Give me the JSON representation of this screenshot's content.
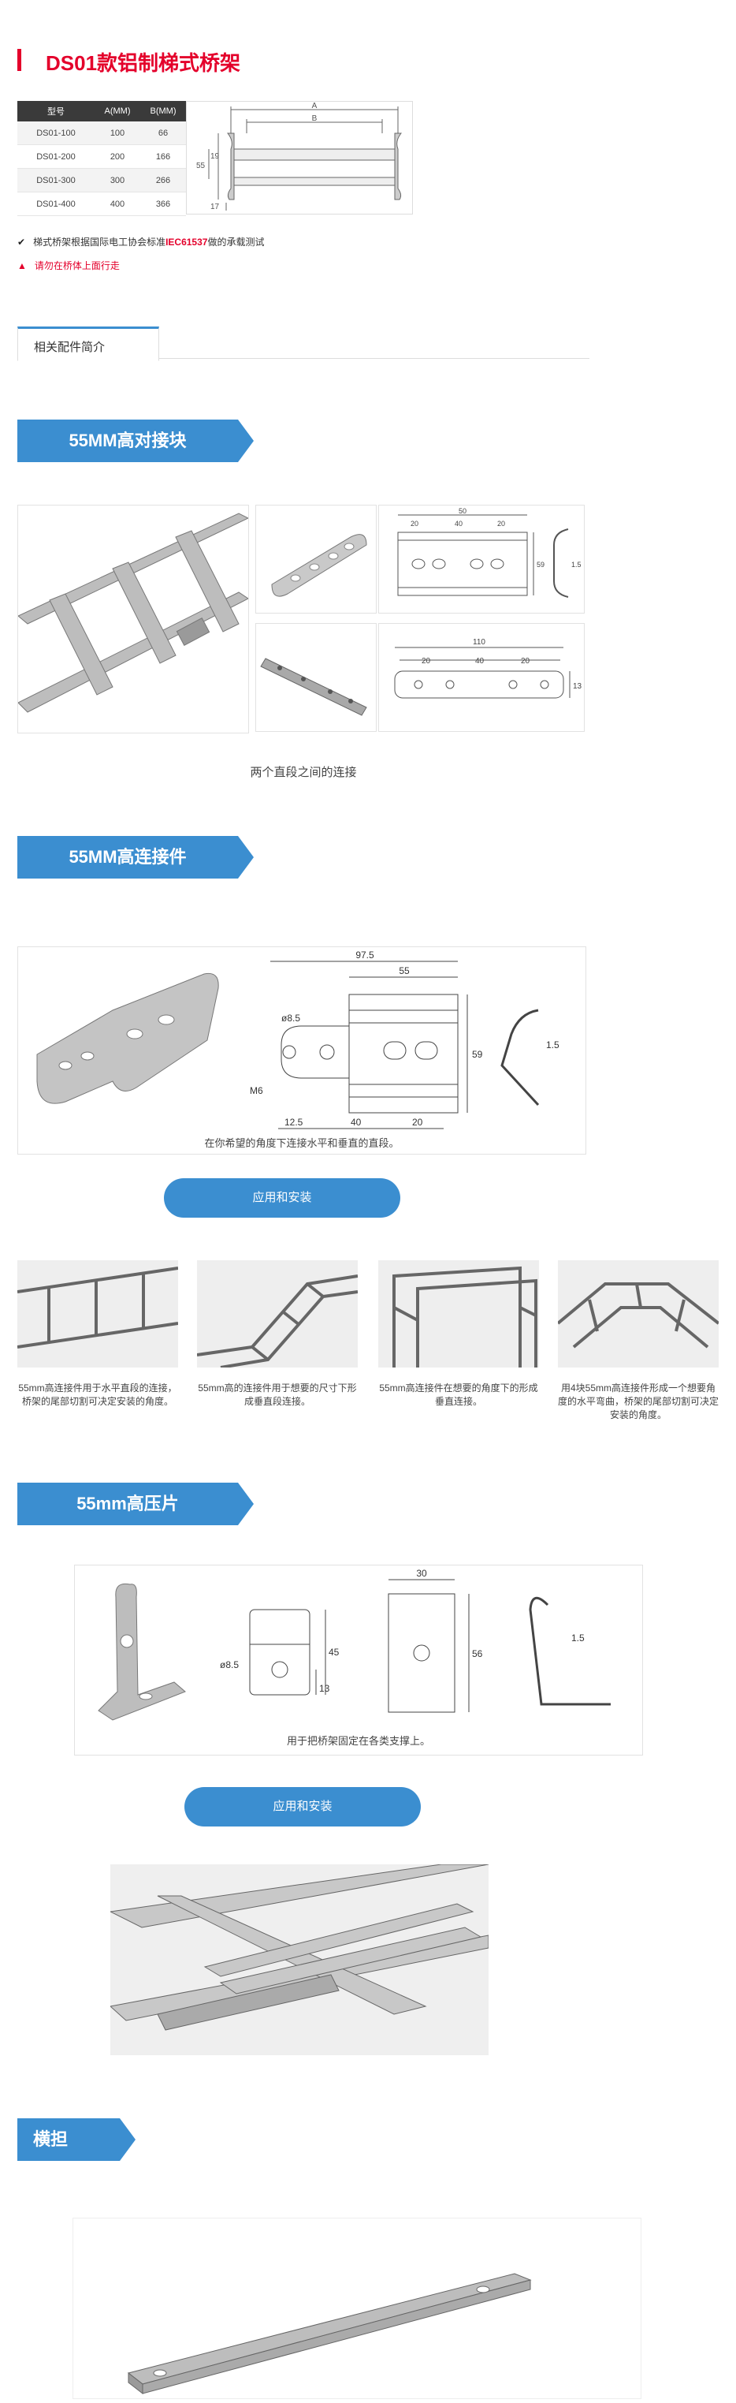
{
  "header": {
    "title": "DS01款铝制梯式桥架"
  },
  "spec_table": {
    "headers": [
      "型号",
      "A(MM)",
      "B(MM)"
    ],
    "rows": [
      [
        "DS01-100",
        "100",
        "66"
      ],
      [
        "DS01-200",
        "200",
        "166"
      ],
      [
        "DS01-300",
        "300",
        "266"
      ],
      [
        "DS01-400",
        "400",
        "366"
      ]
    ]
  },
  "section_drawing": {
    "label_a": "A",
    "label_b": "B",
    "label_55": "55",
    "label_19": "19",
    "label_17": "17"
  },
  "notes": {
    "note1_prefix": "梯式桥架根据国际电工协会标准",
    "note1_highlight": "IEC61537",
    "note1_suffix": "做的承载测试",
    "note2": "请勿在桥体上面行走"
  },
  "tab": {
    "label": "相关配件简介"
  },
  "sections": {
    "s1": {
      "title": "55MM高对接块",
      "caption": "两个直段之间的连接",
      "dims": {
        "d50": "50",
        "d20a": "20",
        "d40": "40",
        "d20b": "20",
        "d59": "59",
        "d15": "1.5",
        "d110": "110",
        "d20c": "20",
        "d40b": "40",
        "d20d": "20",
        "d13": "13"
      }
    },
    "s2": {
      "title": "55MM高连接件",
      "caption": "在你希望的角度下连接水平和垂直的直段。",
      "button": "应用和安装",
      "dims": {
        "d975": "97.5",
        "d55": "55",
        "d85": "ø8.5",
        "dm6": "M6",
        "d59": "59",
        "d125": "12.5",
        "d40": "40",
        "d20": "20",
        "d15": "1.5"
      },
      "apps": [
        {
          "text": "55mm高连接件用于水平直段的连接，桥架的尾部切割可决定安装的角度。"
        },
        {
          "text": "55mm高的连接件用于想要的尺寸下形成垂直段连接。"
        },
        {
          "text": "55mm高连接件在想要的角度下的形成垂直连接。"
        },
        {
          "text": "用4块55mm高连接件形成一个想要角度的水平弯曲，桥架的尾部切割可决定安装的角度。"
        }
      ]
    },
    "s3": {
      "title": "55mm高压片",
      "caption": "用于把桥架固定在各类支撑上。",
      "button": "应用和安装",
      "dims": {
        "d85": "ø8.5",
        "d45": "45",
        "d13": "13",
        "d30": "30",
        "d56": "56",
        "d15": "1.5"
      }
    },
    "s4": {
      "title": "横担"
    }
  },
  "colors": {
    "accent_red": "#e4002b",
    "banner_blue": "#3b8ed0",
    "dark_header": "#3a3a3a"
  }
}
